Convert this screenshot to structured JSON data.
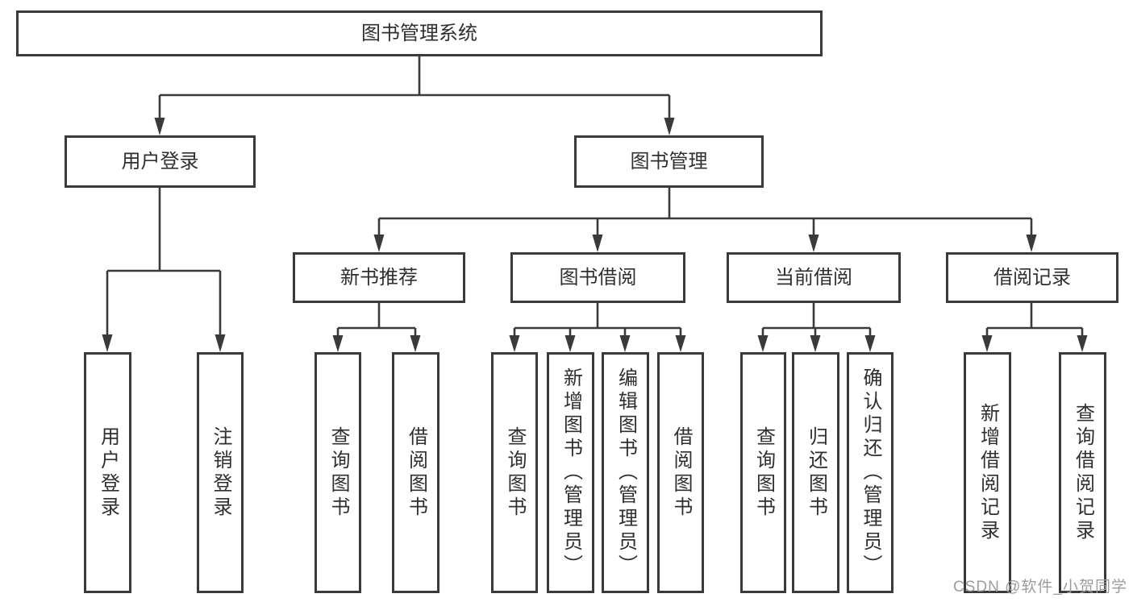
{
  "nodes": {
    "root": {
      "label": "图书管理系统"
    },
    "user_login": {
      "label": "用户登录"
    },
    "book_mgmt": {
      "label": "图书管理"
    },
    "new_book": {
      "label": "新书推荐"
    },
    "book_borrow": {
      "label": "图书借阅"
    },
    "current_borrow": {
      "label": "当前借阅"
    },
    "borrow_records": {
      "label": "借阅记录"
    },
    "leaf_user_login": {
      "label": "用户登录"
    },
    "leaf_logout": {
      "label": "注销登录"
    },
    "leaf_query_book_1": {
      "label": "查询图书"
    },
    "leaf_borrow_book_1": {
      "label": "借阅图书"
    },
    "leaf_query_book_2": {
      "label": "查询图书"
    },
    "leaf_add_book": {
      "label": "新增图书（管理员）"
    },
    "leaf_edit_book": {
      "label": "编辑图书（管理员）"
    },
    "leaf_borrow_book_2": {
      "label": "借阅图书"
    },
    "leaf_query_book_3": {
      "label": "查询图书"
    },
    "leaf_return_book": {
      "label": "归还图书"
    },
    "leaf_confirm_return": {
      "label": "确认归还（管理员）"
    },
    "leaf_add_record": {
      "label": "新增借阅记录"
    },
    "leaf_query_record": {
      "label": "查询借阅记录"
    }
  },
  "hierarchy": {
    "图书管理系统": {
      "用户登录": [
        "用户登录",
        "注销登录"
      ],
      "图书管理": {
        "新书推荐": [
          "查询图书",
          "借阅图书"
        ],
        "图书借阅": [
          "查询图书",
          "新增图书（管理员）",
          "编辑图书（管理员）",
          "借阅图书"
        ],
        "当前借阅": [
          "查询图书",
          "归还图书",
          "确认归还（管理员）"
        ],
        "借阅记录": [
          "新增借阅记录",
          "查询借阅记录"
        ]
      }
    }
  },
  "watermark": "CSDN @软件_小贺同学",
  "colors": {
    "line": "#3a3a3a",
    "text": "#2f2f2f",
    "watermark": "#9c9c9c",
    "background": "#ffffff"
  }
}
